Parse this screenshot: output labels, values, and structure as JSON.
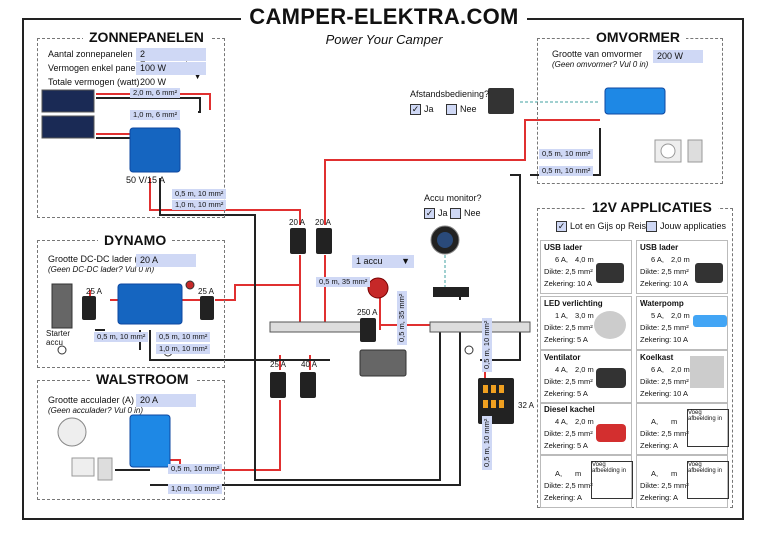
{
  "header": {
    "title": "CAMPER-ELEKTRA.COM",
    "subtitle": "Power Your Camper"
  },
  "zonnepanelen": {
    "title": "ZONNEPANELEN",
    "aantal_label": "Aantal zonnepanelen",
    "aantal_value": "2 Zonnepanelen",
    "vermogen_label": "Vermogen enkel paneel",
    "vermogen_value": "100 W",
    "totaal_label": "Totale vermogen (watt)",
    "totaal_value": "200 W",
    "wire1": "2,0 m, 6 mm²",
    "wire2": "1,0 m, 6 mm²",
    "controller": "50 V/15 A",
    "wire3": "0,5 m, 10 mm²",
    "wire4": "1,0 m, 10 mm²"
  },
  "omvormer": {
    "title": "OMVORMER",
    "grootte_label": "Grootte van omvormer",
    "grootte_hint": "(Geen omvormer? Vul 0 in)",
    "grootte_value": "200 W",
    "afstand_label": "Afstandsbediening?",
    "ja": "Ja",
    "nee": "Nee",
    "wire1": "0,5 m, 10 mm²",
    "wire2": "0,5 m, 10 mm²"
  },
  "dynamo": {
    "title": "DYNAMO",
    "grootte_label": "Grootte DC-DC lader (A)",
    "grootte_hint": "(Geen DC-DC lader? Vul 0 in)",
    "grootte_value": "20 A",
    "fuse1": "25 A",
    "fuse2": "25 A",
    "starter": "Starter\naccu",
    "wire1": "0,5 m, 10 mm²",
    "wire2": "0,5 m, 10 mm²",
    "wire3": "1,0 m, 10 mm²"
  },
  "walstroom": {
    "title": "WALSTROOM",
    "grootte_label": "Grootte acculader (A)",
    "grootte_hint": "(Geen acculader? Vul 0 in)",
    "grootte_value": "20 A",
    "wire1": "0,5 m, 10 mm²",
    "wire2": "1,0 m, 10 mm²"
  },
  "center": {
    "fuse_20a_1": "20 A",
    "fuse_20a_2": "20 A",
    "accu_select": "1 accu",
    "wire_35": "0,5 m, 35 mm²",
    "fuse_250": "250 A",
    "wire_35v": "0,5 m, 35 mm²",
    "fuse_25": "25 A",
    "fuse_40": "40 A",
    "accu_monitor": "Accu monitor?",
    "ja": "Ja",
    "nee": "Nee",
    "wire_10v": "0,5 m, 10 mm²",
    "fuse_32": "32 A",
    "wire_10v2": "0,5 m, 10 mm²"
  },
  "apps": {
    "title": "12V APPLICATIES",
    "lot_label": "Lot en Gijs op Reis",
    "jouw_label": "Jouw applicaties",
    "items": [
      {
        "name": "USB lader",
        "amp": "6 A,",
        "len": "4,0 m",
        "dikte": "Dikte: 2,5 mm²",
        "zek": "Zekering:",
        "zekv": "10 A"
      },
      {
        "name": "USB lader",
        "amp": "6 A,",
        "len": "2,0 m",
        "dikte": "Dikte: 2,5 mm²",
        "zek": "Zekering:",
        "zekv": "10 A"
      },
      {
        "name": "LED verlichting",
        "amp": "1 A,",
        "len": "3,0 m",
        "dikte": "Dikte: 2,5 mm²",
        "zek": "Zekering:",
        "zekv": "5 A"
      },
      {
        "name": "Waterpomp",
        "amp": "5 A,",
        "len": "2,0 m",
        "dikte": "Dikte: 2,5 mm²",
        "zek": "Zekering:",
        "zekv": "10 A"
      },
      {
        "name": "Ventilator",
        "amp": "4 A,",
        "len": "2,0 m",
        "dikte": "Dikte: 2,5 mm²",
        "zek": "Zekering:",
        "zekv": "5 A"
      },
      {
        "name": "Koelkast",
        "amp": "6 A,",
        "len": "2,0 m",
        "dikte": "Dikte: 2,5 mm²",
        "zek": "Zekering:",
        "zekv": "10 A"
      },
      {
        "name": "Diesel kachel",
        "amp": "4 A,",
        "len": "2,0 m",
        "dikte": "Dikte: 2,5 mm²",
        "zek": "Zekering:",
        "zekv": "5 A"
      },
      {
        "name": "",
        "amp": "A,",
        "len": "m",
        "dikte": "Dikte: 2,5 mm²",
        "zek": "Zekering:",
        "zekv": "A",
        "img": "Voeg afbeelding in"
      },
      {
        "name": "",
        "amp": "A,",
        "len": "m",
        "dikte": "Dikte: 2,5 mm²",
        "zek": "Zekering:",
        "zekv": "A",
        "img": "Voeg afbeelding in"
      },
      {
        "name": "",
        "amp": "A,",
        "len": "m",
        "dikte": "Dikte: 2,5 mm²",
        "zek": "Zekering:",
        "zekv": "A",
        "img": "Voeg afbeelding in"
      }
    ]
  }
}
